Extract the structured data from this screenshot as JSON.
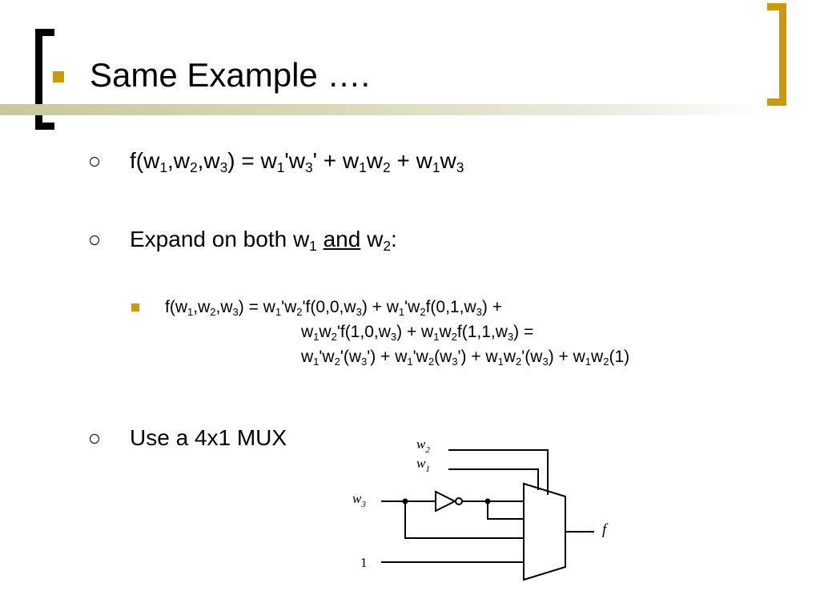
{
  "title": "Same Example ….",
  "colors": {
    "accent": "#cc9900",
    "rule": "#c8c89a",
    "text": "#000000"
  },
  "bullets": {
    "b1": {
      "parts": [
        "f(w",
        "1",
        ",w",
        "2",
        ",w",
        "3",
        ") = w",
        "1",
        "'w",
        "3",
        "' + w",
        "1",
        "w",
        "2",
        " + w",
        "1",
        "w",
        "3"
      ]
    },
    "b2": {
      "pre": "Expand on both w",
      "sub1": "1",
      "sp": " ",
      "and": "and",
      "w": " w",
      "sub2": "2",
      "colon": ":"
    },
    "b2_1": {
      "line1": [
        "f(w",
        "1",
        ",w",
        "2",
        ",w",
        "3",
        ") = w",
        "1",
        "'w",
        "2",
        "'f(0,0,w",
        "3",
        ") + w",
        "1",
        "'w",
        "2",
        "f(0,1,w",
        "3",
        ") +"
      ],
      "line2": [
        "w",
        "1",
        "w",
        "2",
        "'f(1,0,w",
        "3",
        ") + w",
        "1",
        "w",
        "2",
        "f(1,1,w",
        "3",
        ") ="
      ],
      "line3": [
        "w",
        "1",
        "'w",
        "2",
        "'(w",
        "3",
        "') + w",
        "1",
        "'w",
        "2",
        "(w",
        "3",
        "') + w",
        "1",
        "w",
        "2",
        "'(w",
        "3",
        ") + w",
        "1",
        "w",
        "2",
        "(1)"
      ]
    },
    "b3": "Use a 4x1 MUX"
  },
  "circuit": {
    "w2": "w",
    "w2_sub": "2",
    "w1": "w",
    "w1_sub": "1",
    "w3": "w",
    "w3_sub": "3",
    "one": "1",
    "f": "f"
  }
}
